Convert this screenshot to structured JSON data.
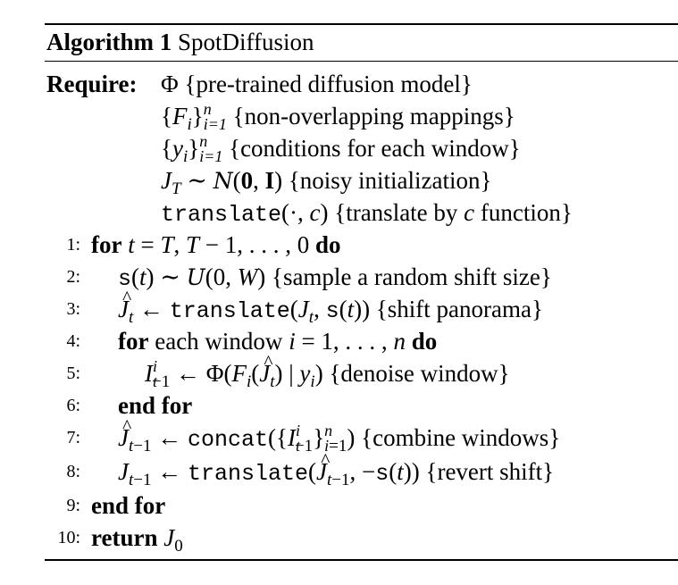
{
  "caption": {
    "label": "Algorithm 1",
    "name": "SpotDiffusion"
  },
  "require": {
    "keyword": "Require:",
    "items": [
      {
        "symbol": "Φ",
        "comment": "{pre-trained diffusion model}"
      },
      {
        "symbol": "F",
        "sub": "i",
        "index": "i=1",
        "upper": "n",
        "comment": "{non-overlapping mappings}"
      },
      {
        "symbol": "y",
        "sub": "i",
        "index": "i=1",
        "upper": "n",
        "comment": "{conditions for each window}"
      },
      {
        "comment": "{noisy initialization}"
      },
      {
        "code": "translate",
        "comment": "{translate by",
        "comment_var": "c",
        "comment_end": "function}"
      }
    ]
  },
  "keywords": {
    "for": "for",
    "do": "do",
    "end_for": "end for",
    "return": "return",
    "each_window": "each window"
  },
  "code_tokens": {
    "s": "s",
    "translate": "translate",
    "concat": "concat"
  },
  "lines": [
    {
      "number": "1:"
    },
    {
      "number": "2:",
      "comment": "{sample a random shift size}"
    },
    {
      "number": "3:",
      "comment": "{shift panorama}"
    },
    {
      "number": "4:"
    },
    {
      "number": "5:",
      "comment": "{denoise window}"
    },
    {
      "number": "6:"
    },
    {
      "number": "7:",
      "comment": "{combine windows}"
    },
    {
      "number": "8:",
      "comment": "{revert shift}"
    },
    {
      "number": "9:"
    },
    {
      "number": "10:"
    }
  ]
}
